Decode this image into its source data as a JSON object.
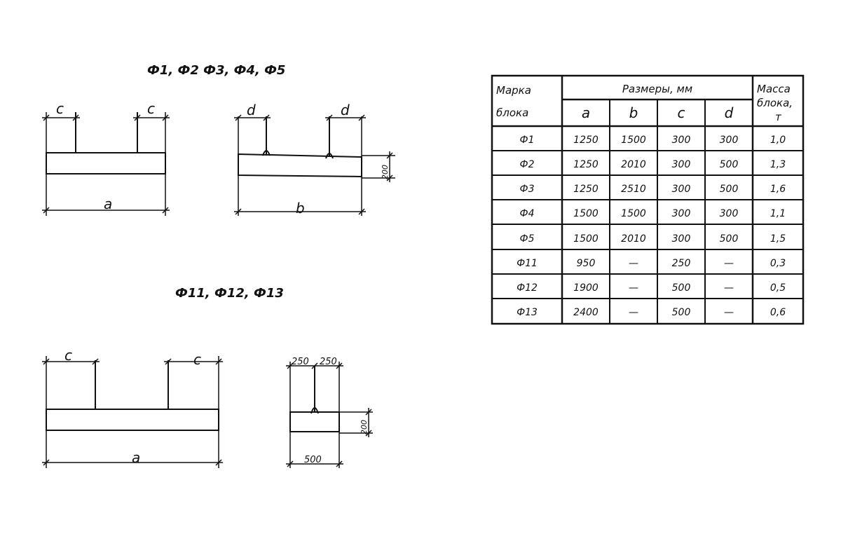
{
  "headers": {
    "top": "Ф1, Ф2 Ф3, Ф4, Ф5",
    "bottom": "Ф11, Ф12, Ф13"
  },
  "dims": {
    "c": "c",
    "d": "d",
    "a": "a",
    "b": "b",
    "h200": "200",
    "w250": "250",
    "w500": "500"
  },
  "table": {
    "header_mark": [
      "Марка",
      "блока"
    ],
    "header_sizes": "Размеры, мм",
    "header_mass": [
      "Масса",
      "блока,",
      "т"
    ],
    "columns": [
      "a",
      "b",
      "c",
      "d"
    ],
    "rows": [
      {
        "mark": "Ф1",
        "a": "1250",
        "b": "1500",
        "c": "300",
        "d": "300",
        "mass": "1,0"
      },
      {
        "mark": "Ф2",
        "a": "1250",
        "b": "2010",
        "c": "300",
        "d": "500",
        "mass": "1,3"
      },
      {
        "mark": "Ф3",
        "a": "1250",
        "b": "2510",
        "c": "300",
        "d": "500",
        "mass": "1,6"
      },
      {
        "mark": "Ф4",
        "a": "1500",
        "b": "1500",
        "c": "300",
        "d": "300",
        "mass": "1,1"
      },
      {
        "mark": "Ф5",
        "a": "1500",
        "b": "2010",
        "c": "300",
        "d": "500",
        "mass": "1,5"
      },
      {
        "mark": "Ф11",
        "a": "950",
        "b": "—",
        "c": "250",
        "d": "—",
        "mass": "0,3"
      },
      {
        "mark": "Ф12",
        "a": "1900",
        "b": "—",
        "c": "500",
        "d": "—",
        "mass": "0,5"
      },
      {
        "mark": "Ф13",
        "a": "2400",
        "b": "—",
        "c": "500",
        "d": "—",
        "mass": "0,6"
      }
    ]
  }
}
